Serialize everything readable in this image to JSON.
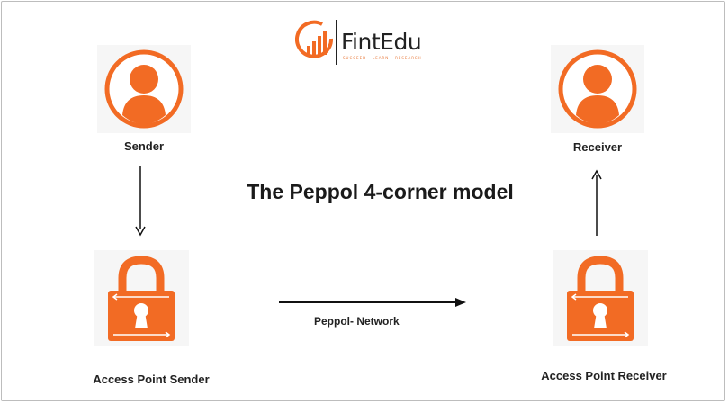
{
  "logo": {
    "name": "FintEdu",
    "tagline": "SUCCEED · LEARN · RESEARCH"
  },
  "title": "The Peppol 4-corner model",
  "nodes": {
    "sender": "Sender",
    "receiver": "Receiver",
    "ap_sender": "Access Point Sender",
    "ap_receiver": "Access Point Receiver"
  },
  "network_label": "Peppol- Network",
  "colors": {
    "accent": "#f26b24",
    "text": "#222222",
    "arrow": "#111111"
  },
  "icons": [
    "user-icon",
    "padlock-icon",
    "logo-icon"
  ]
}
